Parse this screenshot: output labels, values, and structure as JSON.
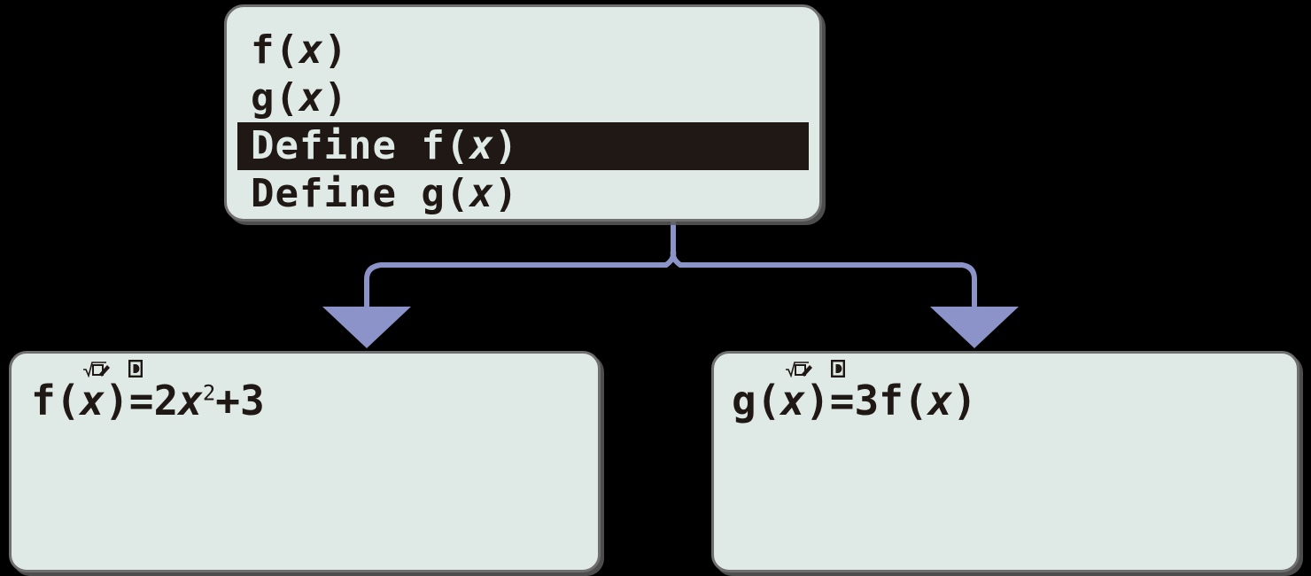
{
  "screen": {
    "background_color": "#000000",
    "panel_background_color": "#dfe9e5",
    "panel_border_color": "#6f6f6f",
    "ink_color": "#1f1815",
    "highlight_color": "#1f1815",
    "connector_color": "#8b93c8"
  },
  "menu": {
    "items": [
      {
        "label": "f(x)",
        "selected": false
      },
      {
        "label": "g(x)",
        "selected": false
      },
      {
        "label": "Define f(x)",
        "selected": true
      },
      {
        "label": "Define g(x)",
        "selected": false
      }
    ],
    "selected_index": 2
  },
  "entry_left": {
    "status_icons": [
      {
        "name": "sqrt-template-edit-icon",
        "glyph": "√□✐"
      },
      {
        "name": "boxed-d-icon",
        "glyph": "Ⓓ"
      }
    ],
    "expression": {
      "prefix": "f(",
      "variable": "x",
      "middle": ")=2",
      "variable2": "x",
      "exponent": "2",
      "suffix": "+3",
      "plain": "f(x)=2x^2+3"
    }
  },
  "entry_right": {
    "status_icons": [
      {
        "name": "sqrt-template-edit-icon",
        "glyph": "√□✐"
      },
      {
        "name": "boxed-d-icon",
        "glyph": "Ⓓ"
      }
    ],
    "expression": {
      "prefix": "g(",
      "variable": "x",
      "middle": ")=3f(",
      "variable2": "x",
      "exponent": "",
      "suffix": ")",
      "plain": "g(x)=3f(x)"
    }
  },
  "connector": {
    "type": "split-arrow",
    "from": "menu-item-define-f",
    "to": [
      "entry-left",
      "entry-right"
    ],
    "color": "#8b93c8",
    "stroke_width": 6
  }
}
